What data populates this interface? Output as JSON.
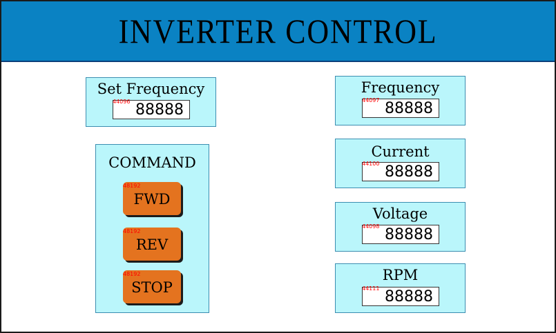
{
  "header": {
    "title": "INVERTER CONTROL"
  },
  "set_frequency": {
    "label": "Set Frequency",
    "address": "44096",
    "value": "88888"
  },
  "command": {
    "label": "COMMAND",
    "buttons": [
      {
        "label": "FWD",
        "address": "48192"
      },
      {
        "label": "REV",
        "address": "48192"
      },
      {
        "label": "STOP",
        "address": "48192"
      }
    ]
  },
  "readouts": [
    {
      "label": "Frequency",
      "address": "44097",
      "value": "88888"
    },
    {
      "label": "Current",
      "address": "44100",
      "value": "88888"
    },
    {
      "label": "Voltage",
      "address": "44098",
      "value": "88888"
    },
    {
      "label": "RPM",
      "address": "44111",
      "value": "88888"
    }
  ],
  "colors": {
    "header_bg": "#0a82c3",
    "panel_bg": "#baf6fb",
    "button_bg": "#e4731f",
    "address_text": "#ff0000"
  }
}
